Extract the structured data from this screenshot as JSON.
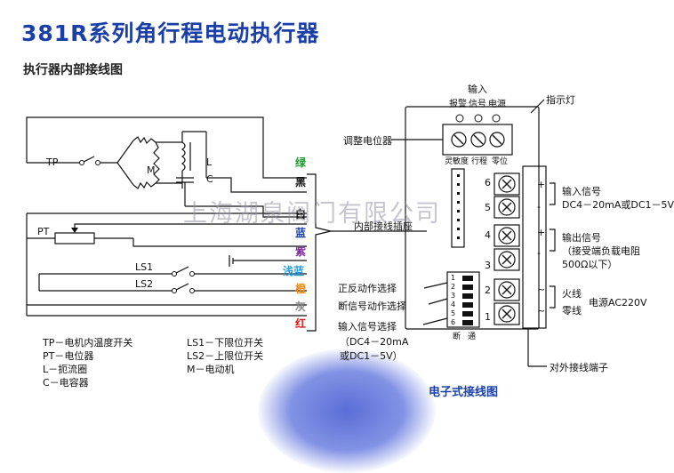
{
  "title": "381R系列角行程电动执行器",
  "subtitle": "执行器内部接线图",
  "watermark": "上海湖泉阀门有限公司",
  "caption": "电子式接线图",
  "schematic": {
    "tp": "TP",
    "m": "M",
    "l": "L",
    "c": "C",
    "pt": "PT",
    "ls1": "LS1",
    "ls2": "LS2"
  },
  "wires": [
    {
      "label": "绿",
      "color": "#1a9a2a"
    },
    {
      "label": "黑",
      "color": "#111111"
    },
    {
      "label": "白",
      "color": "#111111"
    },
    {
      "label": "蓝",
      "color": "#1a3fa8"
    },
    {
      "label": "紫",
      "color": "#7a2a9a"
    },
    {
      "label": "浅蓝",
      "color": "#2a9ad8"
    },
    {
      "label": "橙",
      "color": "#e88a1a"
    },
    {
      "label": "灰",
      "color": "#888888"
    },
    {
      "label": "红",
      "color": "#d81a1a"
    }
  ],
  "legend_left": [
    "TP－电机内温度开关",
    "PT－电位器",
    "L－扼流圈",
    "C－电容器"
  ],
  "legend_right": [
    "LS1－下限位开关",
    "LS2－上限位开关",
    "M－电动机"
  ],
  "module": {
    "input_label": "输入",
    "top_labels": [
      "报警",
      "信号",
      "电源"
    ],
    "indicator": "指示灯",
    "adjust_pot": "调整电位器",
    "pot_labels": [
      "灵敏度",
      "行程",
      "零位"
    ],
    "internal_socket": "内部接线插座",
    "terminals": [
      "6",
      "5",
      "4",
      "3",
      "2",
      "1"
    ],
    "dip_numbers": [
      "1",
      "2",
      "3",
      "4",
      "5",
      "6"
    ],
    "dip_bottom": [
      "断",
      "通"
    ],
    "dip_forward": "正反动作选择",
    "dip_break": "断信号动作选择",
    "dip_input": "输入信号选择",
    "dip_input_opt1": "（DC4－20mA",
    "dip_input_opt2": "或DC1－5V）",
    "external_terminal": "对外接线端子"
  },
  "right_notes": {
    "input_signal": "输入信号",
    "input_range": "DC4－20mA或DC1－5V",
    "output_signal": "输出信号",
    "output_load": "（接受端负载电阻",
    "output_ohm": "500Ω以下）",
    "fire": "火线",
    "zero": "零线",
    "power": "电源AC220V"
  }
}
